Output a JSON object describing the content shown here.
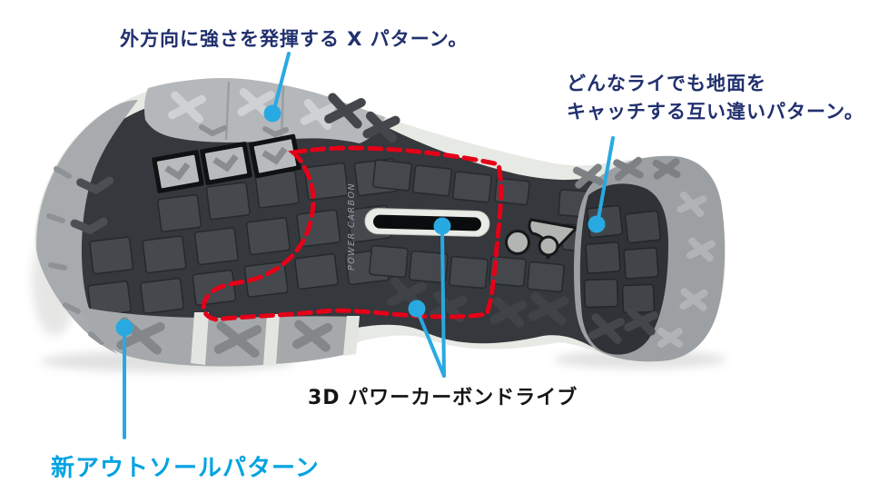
{
  "page": {
    "background": "#ffffff"
  },
  "colors": {
    "annotation_navy": "#21306e",
    "accent_cyan": "#29a9e1",
    "highlight_red": "#e50019",
    "text_black": "#151515",
    "new_outsole_cyan": "#00a3e0",
    "outsole_dark": "#35383c",
    "outsole_light_gray": "#aaadaf",
    "midsole_cream": "#e7e9e4"
  },
  "annotations": {
    "x_pattern": {
      "text": "外方向に強さを発揮する X パターン。"
    },
    "staggered_pattern": {
      "line1": "どんなライでも地面を",
      "line2_pre": "キャッチする",
      "line2_bold": "互い違い",
      "line2_post": "パターン。"
    },
    "carbon_drive": {
      "text": "3D パワーカーボンドライブ"
    },
    "new_outsole": {
      "text": "新アウトソールパターン"
    }
  },
  "sole": {
    "power_carbon_label": "POWER CARBON"
  }
}
